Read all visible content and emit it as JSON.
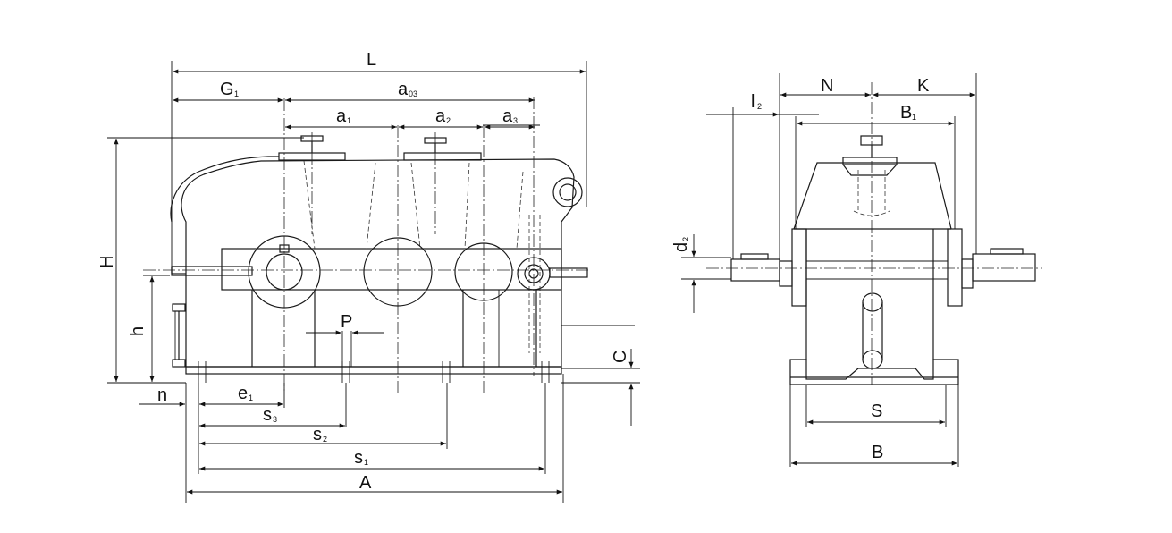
{
  "labels": {
    "L": "L",
    "G1": "G",
    "G1_sub": "1",
    "a03": "a",
    "a03_sub": "03",
    "a1": "a",
    "a1_sub": "1",
    "a2": "a",
    "a2_sub": "2",
    "a3": "a",
    "a3_sub": "3",
    "H": "H",
    "h": "h",
    "P": "P",
    "C": "C",
    "n": "n",
    "e1": "e",
    "e1_sub": "1",
    "s3": "s",
    "s3_sub": "3",
    "s2": "s",
    "s2_sub": "2",
    "s1": "s",
    "s1_sub": "1",
    "A": "A",
    "N": "N",
    "K": "K",
    "l2": "l",
    "l2_sub": "2",
    "B1": "B",
    "B1_sub": "1",
    "d2": "d",
    "d2_sub": "2",
    "S": "S",
    "B": "B"
  },
  "colors": {
    "line": "#1a1a1a",
    "background": "#ffffff"
  }
}
